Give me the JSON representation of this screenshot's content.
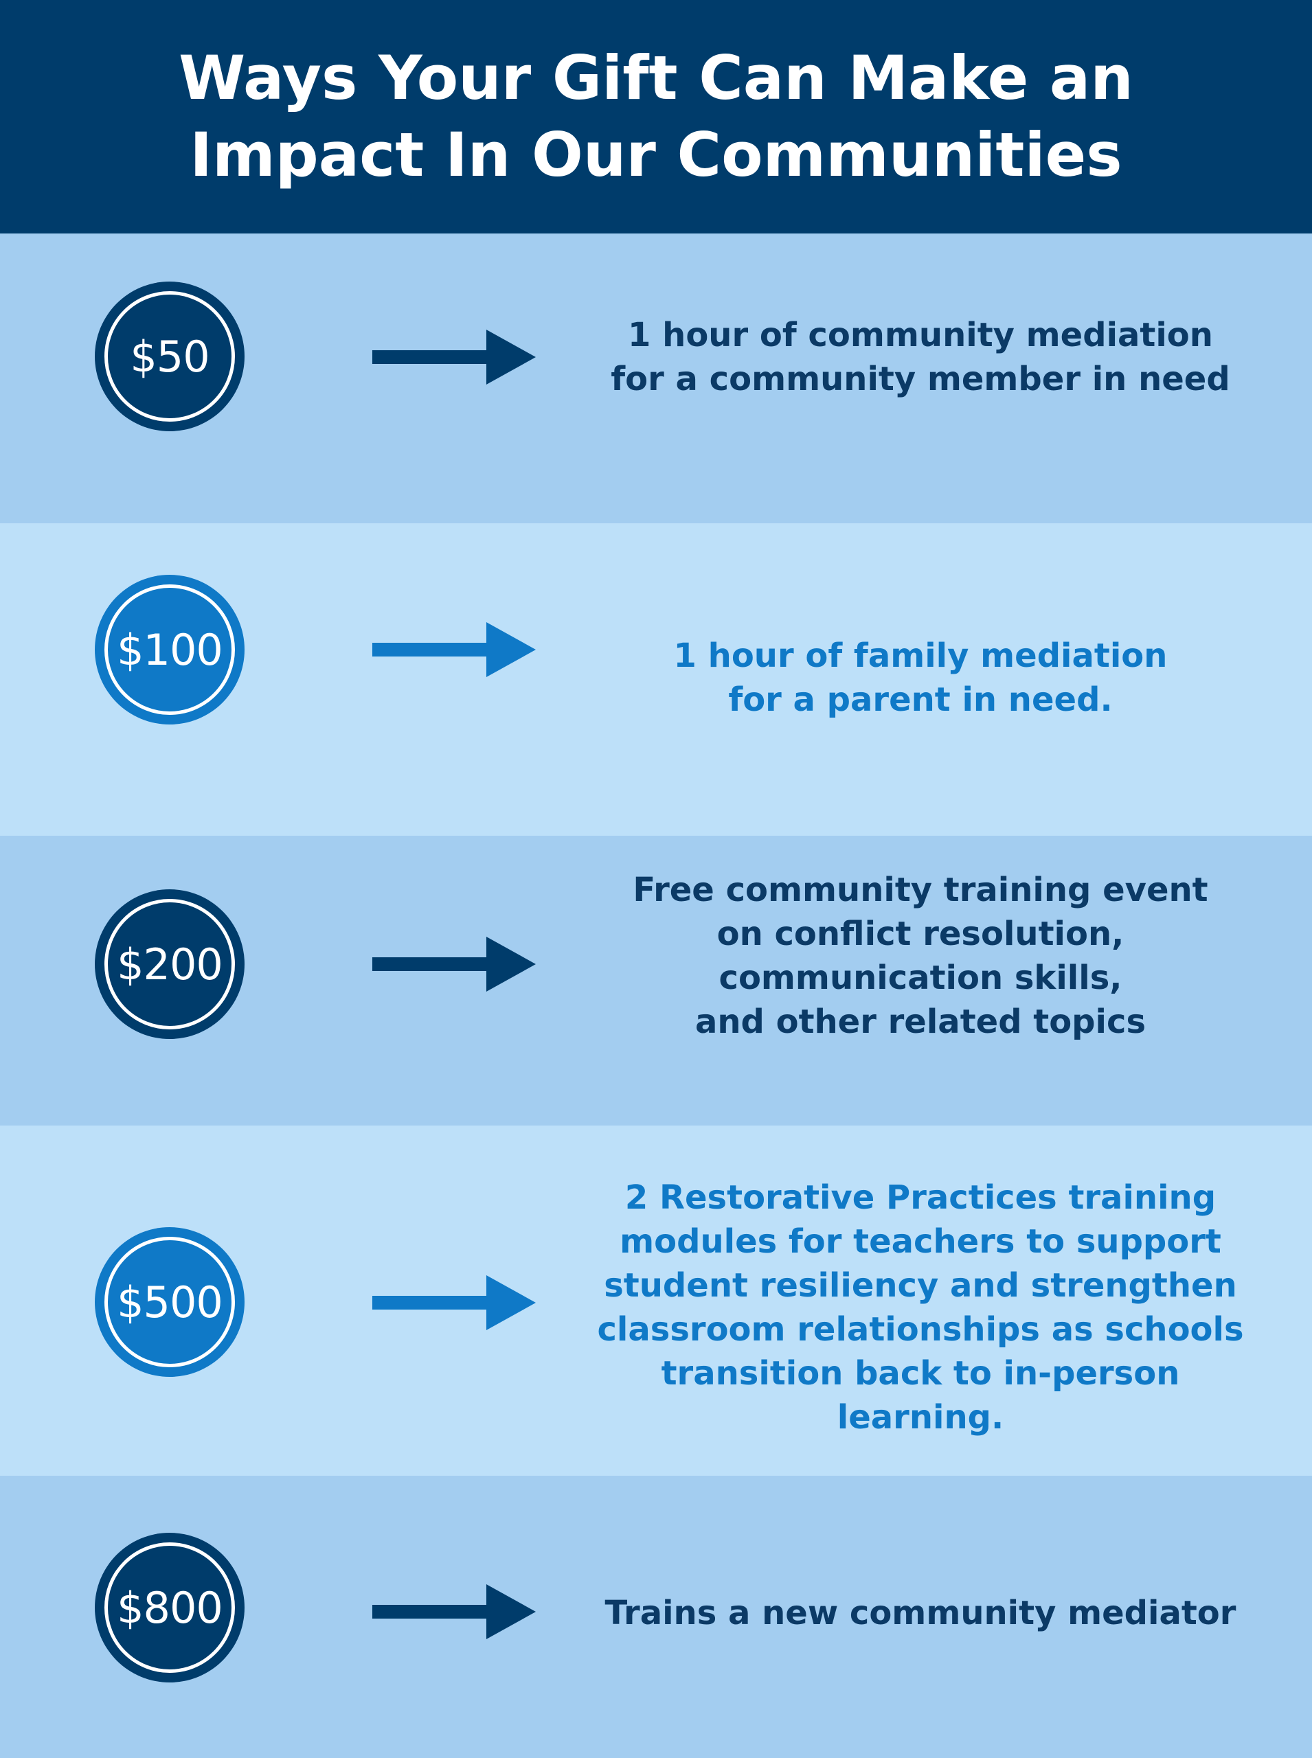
{
  "header": {
    "title": "Ways Your Gift Can Make an\nImpact In Our Communities"
  },
  "colors": {
    "header_bg": "#003c6b",
    "row_dark_bg": "#a3cdf0",
    "row_light_bg": "#bde0f9",
    "dark_accent": "#003c6b",
    "light_accent": "#0f79c7"
  },
  "rows": [
    {
      "amount": "$50",
      "description": "1 hour of community mediation\nfor a community member in need",
      "icon": "arrow-right-icon"
    },
    {
      "amount": "$100",
      "description": "1 hour of family mediation\nfor a parent in need.",
      "icon": "arrow-right-icon"
    },
    {
      "amount": "$200",
      "description": "Free community training event\non conflict resolution,\ncommunication skills,\nand other related topics",
      "icon": "arrow-right-icon"
    },
    {
      "amount": "$500",
      "description": "2 Restorative Practices training\nmodules for teachers to support\nstudent resiliency and strengthen\nclassroom relationships as schools\ntransition back to in-person learning.",
      "icon": "arrow-right-icon"
    },
    {
      "amount": "$800",
      "description": "Trains a new community mediator",
      "icon": "arrow-right-icon"
    }
  ]
}
